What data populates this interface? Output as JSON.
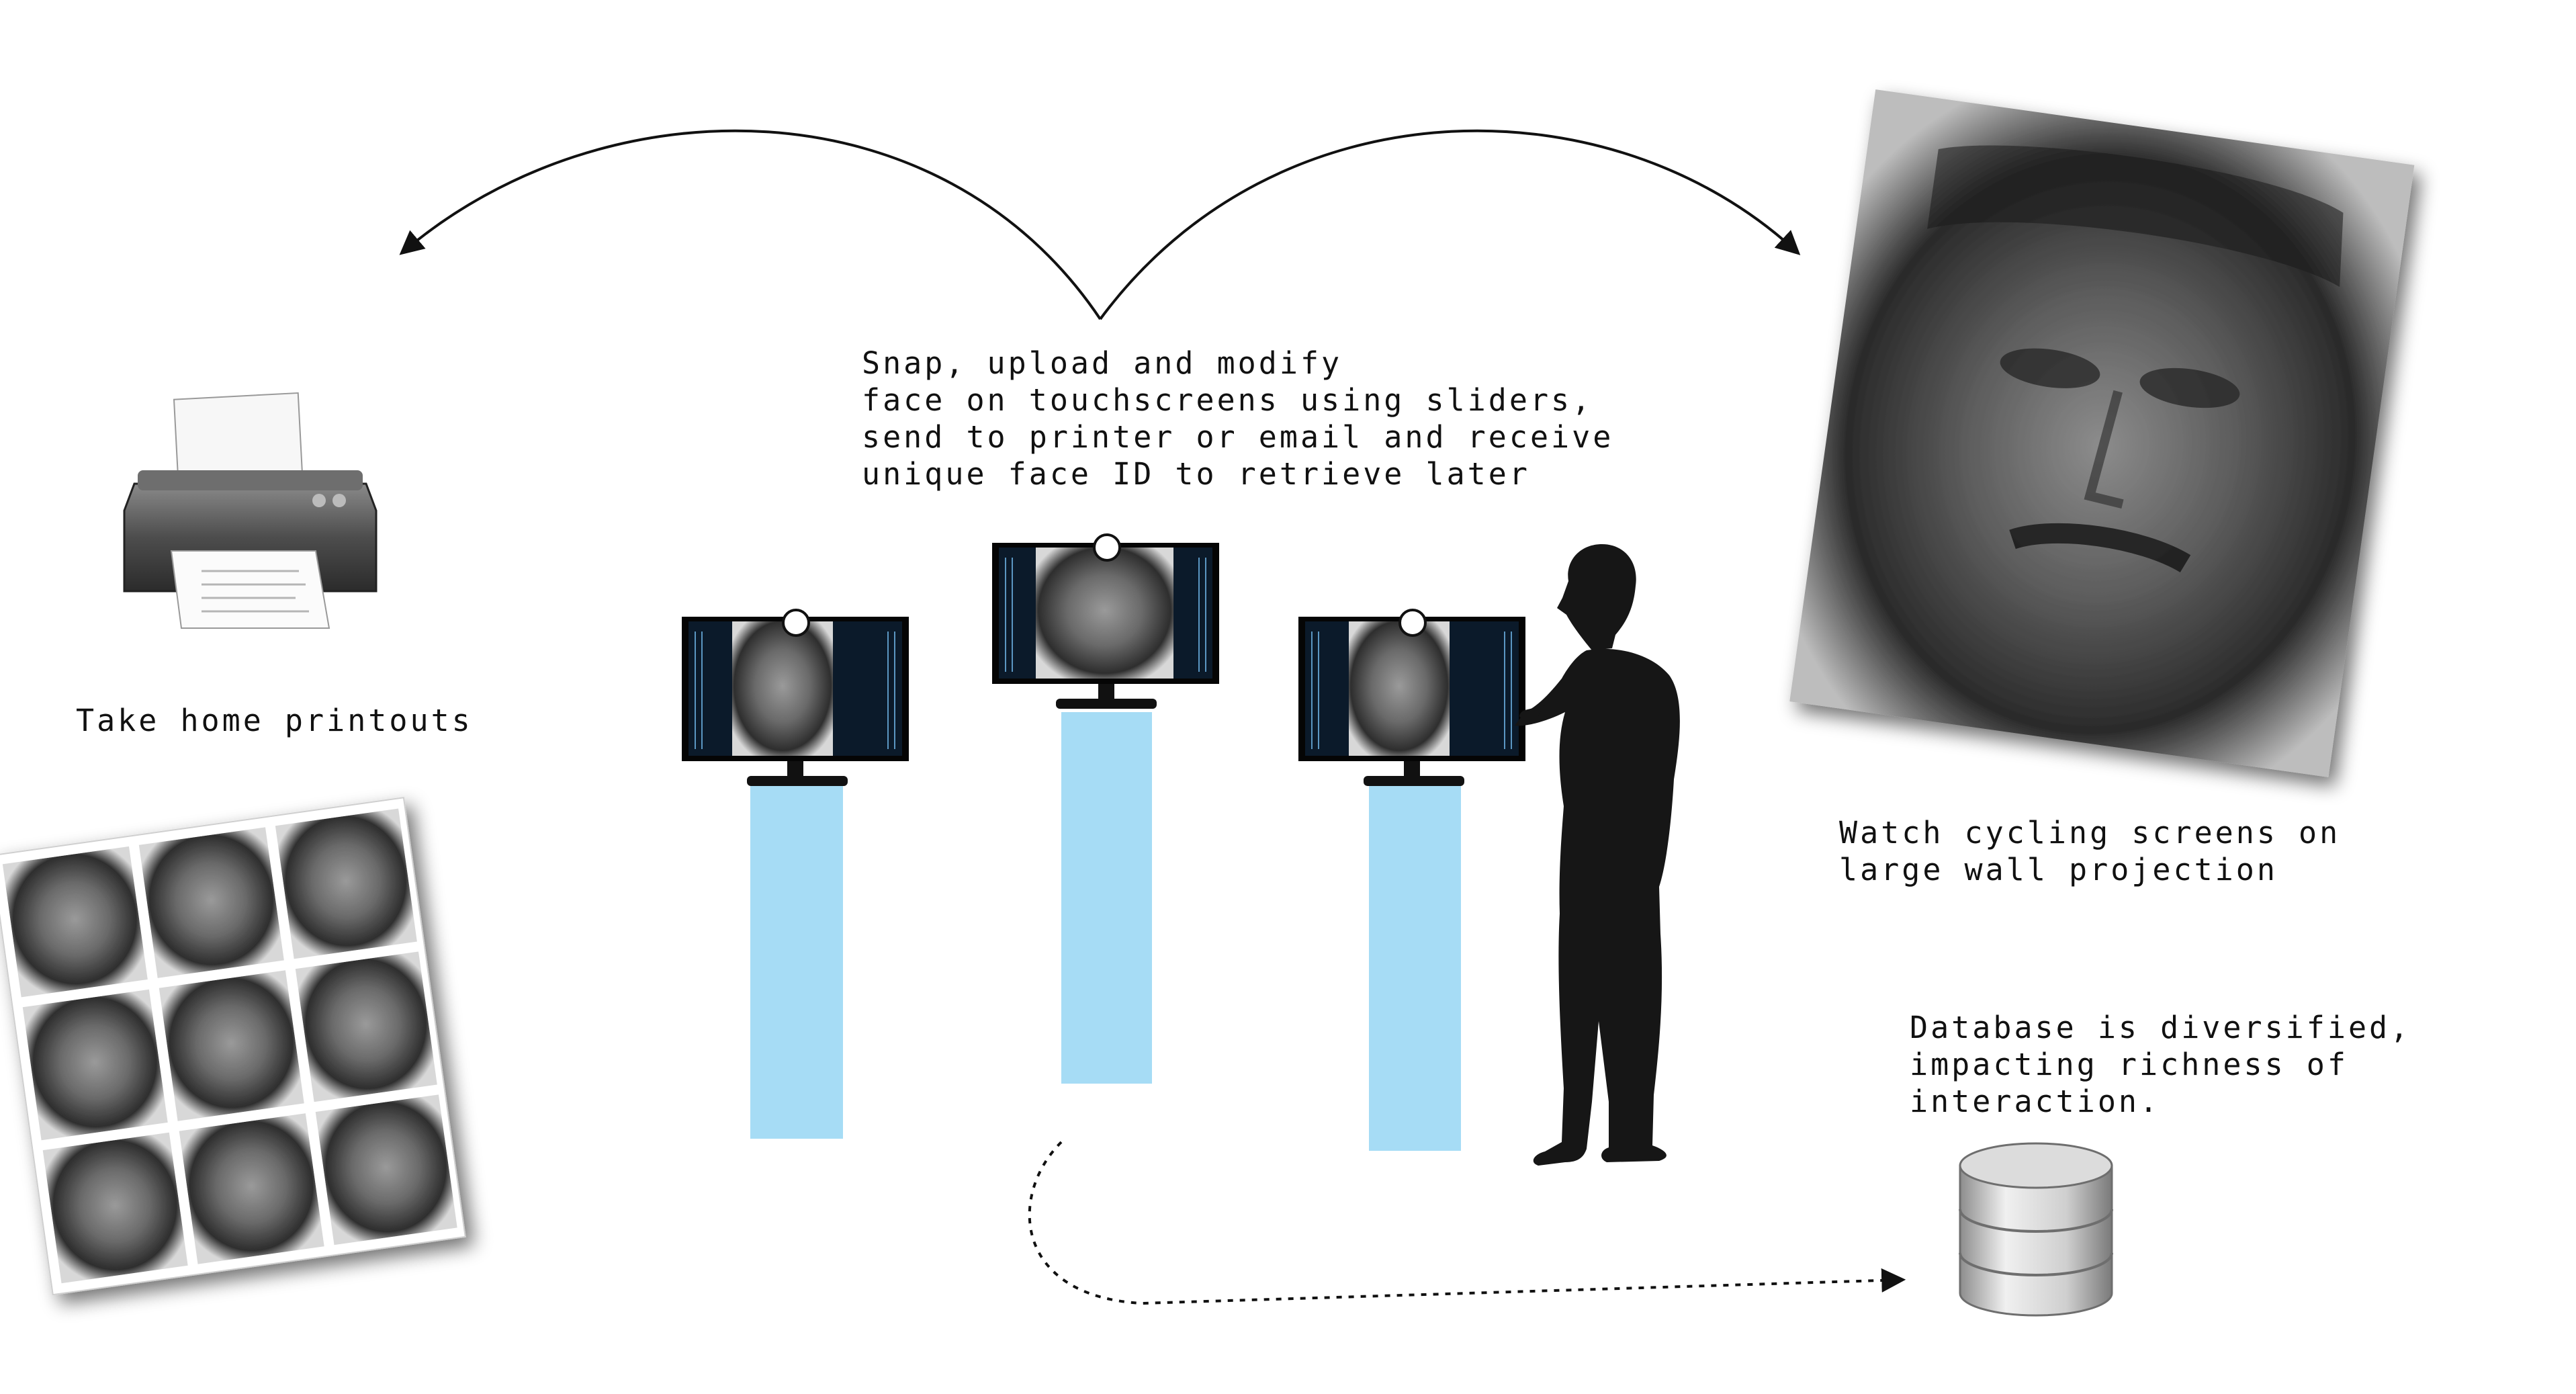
{
  "labels": {
    "snap": [
      "Snap, upload and modify",
      "face on touchscreens using sliders,",
      "send to printer or email and receive",
      "unique face ID to retrieve later"
    ],
    "print": "Take home printouts",
    "wall": [
      "Watch cycling screens on",
      "large wall projection"
    ],
    "db": [
      "Database is diversified,",
      "impacting richness of",
      "interaction."
    ]
  },
  "icons": {
    "printer": "printer-icon",
    "database": "database-icon",
    "person": "person-silhouette"
  },
  "colors": {
    "pedestal": "#a6dcf5",
    "ink": "#111111",
    "screen_panel": "#0b1a2a",
    "screen_text": "#6fb7ea"
  }
}
